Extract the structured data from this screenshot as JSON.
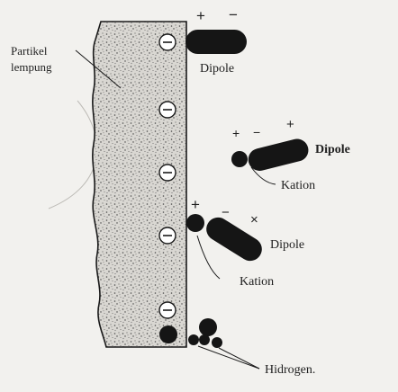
{
  "labels": {
    "particle": [
      "Partikel",
      "lempung"
    ],
    "dipole_1": "Dipole",
    "dipole_2": "Dipole",
    "dipole_3": "Dipole",
    "kation_1": "Kation",
    "kation_2": "Kation",
    "hidrogen": "Hidrogen."
  },
  "signs": {
    "plus": "+",
    "minus": "−",
    "cross": "×"
  },
  "colors": {
    "background": "#f2f1ee",
    "ink": "#1d1d1d",
    "particle_fill": "#dcdad5"
  }
}
